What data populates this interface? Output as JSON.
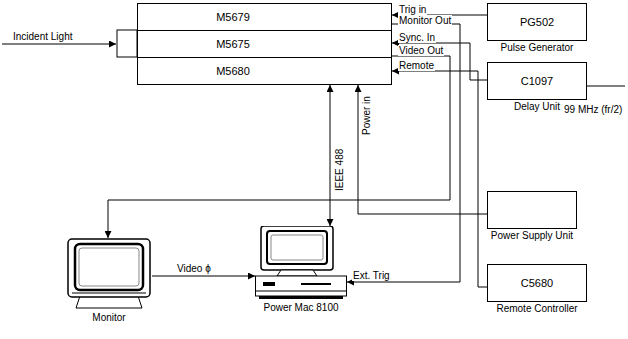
{
  "diagram": {
    "nodes": [
      {
        "text": [
          "M5679"
        ]
      },
      {
        "text": [
          "M5675"
        ]
      },
      {
        "text": [
          "M5680"
        ]
      },
      {
        "text": [
          "PG502",
          "Pulse Generator"
        ]
      },
      {
        "text": [
          "C1097",
          "Delay Unit"
        ]
      },
      {
        "text": [
          "Power Supply Unit"
        ]
      },
      {
        "text": [
          "C5680",
          "Remote Controller"
        ]
      },
      {
        "text": [
          "Monitor"
        ]
      },
      {
        "text": [
          "Power Mac 8100"
        ]
      }
    ],
    "edges": [
      {
        "from": 3,
        "to": 0,
        "arrow": "to",
        "label": "Trig in"
      },
      {
        "from": 0,
        "to": 8,
        "arrow": "to",
        "label": "Monitor Out"
      },
      {
        "from": 4,
        "to": 1,
        "arrow": "to",
        "label": "Sync. In"
      },
      {
        "from": 1,
        "to": 7,
        "arrow": "to",
        "label": "Video Out"
      },
      {
        "from": 6,
        "to": 2,
        "arrow": "to",
        "label": "Remote"
      },
      {
        "from": 5,
        "to": 2,
        "arrow": "to",
        "label": "Power in"
      },
      {
        "from": 8,
        "to": 2,
        "arrow": "both",
        "label": "IEEE 488"
      },
      {
        "from": 7,
        "to": 8,
        "arrow": "to",
        "label": "Video ϕ"
      }
    ],
    "labels": [
      "Incident Light",
      "Ext. Trig",
      "99 MHz (fr/2)"
    ]
  }
}
